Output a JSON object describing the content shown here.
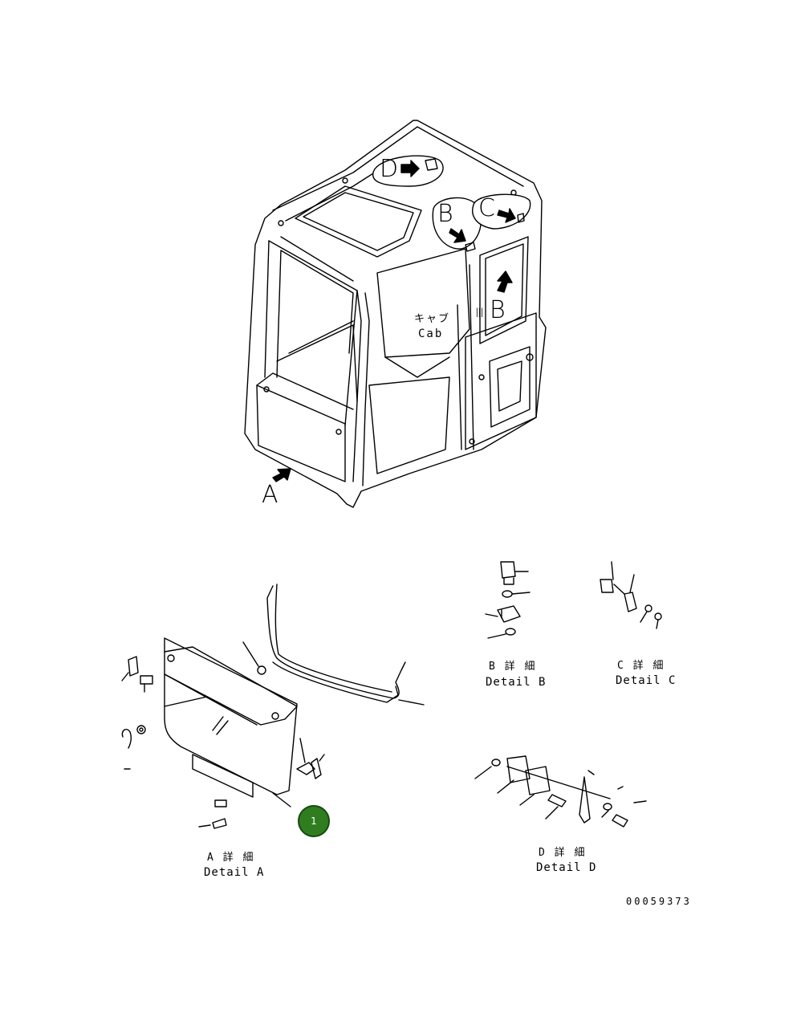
{
  "view_letters": {
    "a": "A",
    "b": "B",
    "c": "C",
    "d": "D",
    "b_in_view": "B",
    "b_view_prefix": "Ⅲ"
  },
  "cab_label": {
    "jp": "キャブ",
    "en": "Cab"
  },
  "details": {
    "a": {
      "jp": "A 詳 細",
      "en": "Detail A"
    },
    "b": {
      "jp": "B 詳 細",
      "en": "Detail B"
    },
    "c": {
      "jp": "C 詳 細",
      "en": "Detail C"
    },
    "d": {
      "jp": "D 詳 細",
      "en": "Detail D"
    }
  },
  "callout": {
    "number": "1",
    "color": "#2f7d1f"
  },
  "drawing_number": "00059373"
}
